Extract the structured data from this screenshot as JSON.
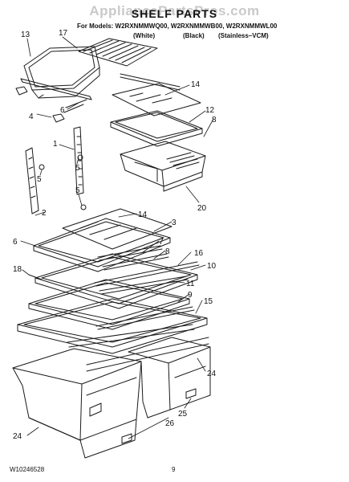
{
  "watermark": "AppliancePartsPros.com",
  "title": "SHELF PARTS",
  "models_line": "For Models: W2RXNMMWQ00, W2RXNMMWB00, W2RXNMMWL00",
  "finishes": [
    "(White)",
    "(Black)",
    "(Stainless–VCM)"
  ],
  "footer": {
    "doc_number": "W10246528",
    "page_number": "9"
  },
  "callouts": {
    "c13": "13",
    "c17": "17",
    "c4": "4",
    "c6a": "6",
    "c14a": "14",
    "c12": "12",
    "c8a": "8",
    "c1": "1",
    "c5a": "5",
    "c5b": "5",
    "c5c": "5",
    "c20": "20",
    "c2": "2",
    "c14b": "14",
    "c3": "3",
    "c6b": "6",
    "c7": "7",
    "c8b": "8",
    "c16": "16",
    "c10": "10",
    "c18": "18",
    "c11": "11",
    "c9": "9",
    "c15": "15",
    "c24a": "24",
    "c24b": "24",
    "c25": "25",
    "c26": "26"
  }
}
